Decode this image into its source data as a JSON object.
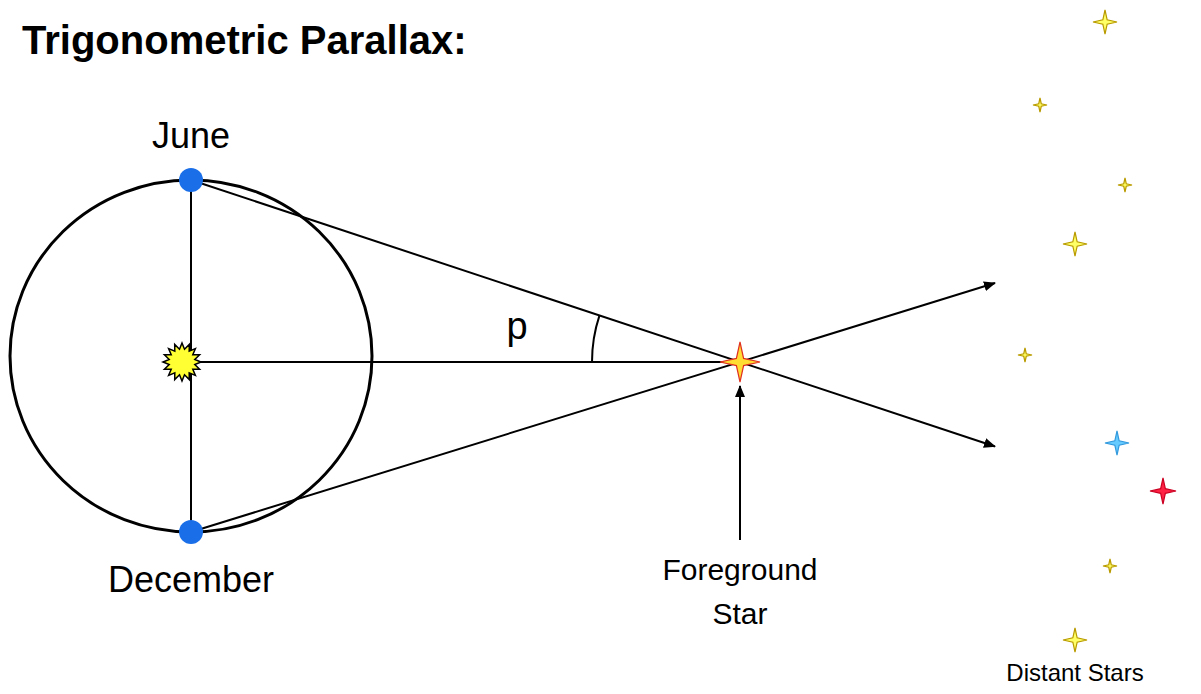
{
  "diagram": {
    "title": "Trigonometric Parallax:",
    "labels": [
      "June",
      "December",
      "p",
      "Foreground Star",
      "Distant Stars"
    ]
  }
}
